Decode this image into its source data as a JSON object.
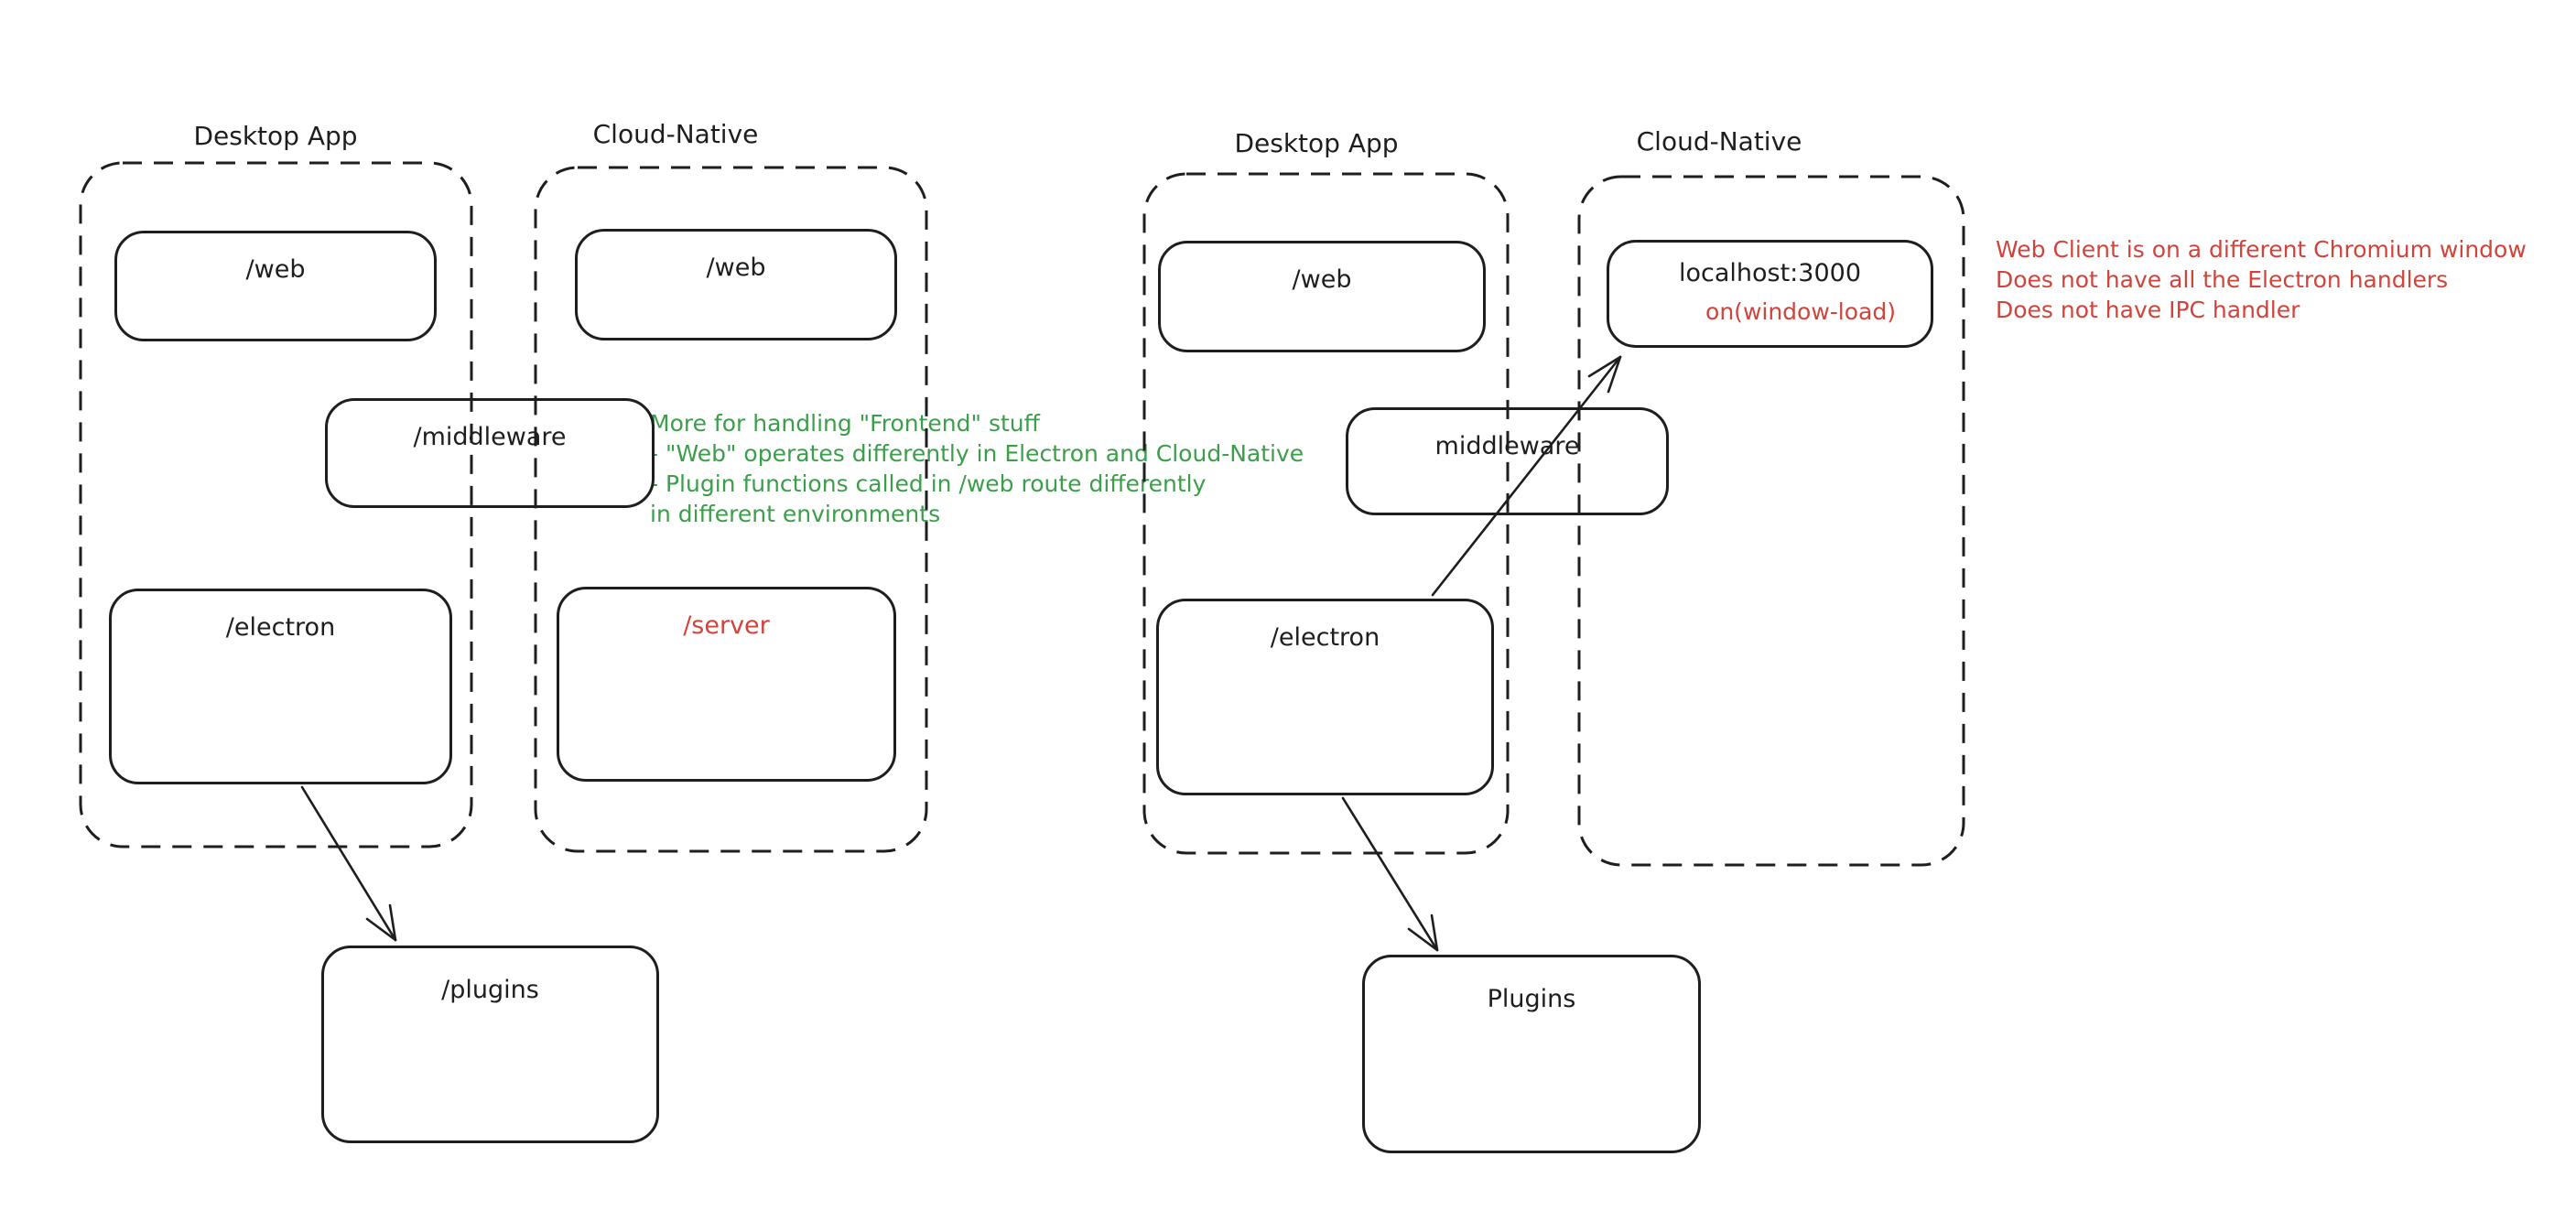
{
  "colors": {
    "stroke": "#1e1e1e",
    "red": "#d0443c",
    "green": "#3b9e4a",
    "background": "#ffffff"
  },
  "left_diagram": {
    "desktop_label": "Desktop App",
    "cloud_label": "Cloud-Native",
    "web_desktop": "/web",
    "web_cloud": "/web",
    "middleware": "/middleware",
    "electron": "/electron",
    "server": "/server",
    "plugins": "/plugins"
  },
  "right_diagram": {
    "desktop_label": "Desktop App",
    "cloud_label": "Cloud-Native",
    "web": "/web",
    "localhost": "localhost:3000",
    "window_load": "on(window-load)",
    "middleware": "middleware",
    "electron": "/electron",
    "plugins": "Plugins"
  },
  "notes": {
    "green": {
      "lines": [
        "More for handling \"Frontend\" stuff",
        "- \"Web\" operates differently in Electron and Cloud-Native",
        "- Plugin functions called in /web route differently",
        "in different environments"
      ]
    },
    "red": {
      "lines": [
        "Web Client is on a different Chromium window",
        "Does not have all the Electron handlers",
        "Does not have IPC handler"
      ]
    }
  }
}
